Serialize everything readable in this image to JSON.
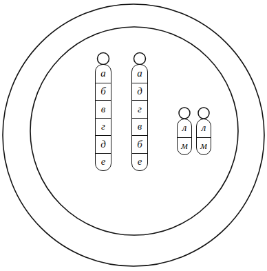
{
  "diagram": {
    "nodes": [
      {
        "text": [
          "а",
          "б",
          "в",
          "г",
          "д",
          "е"
        ]
      },
      {
        "text": [
          "а",
          "д",
          "г",
          "в",
          "б",
          "е"
        ]
      },
      {
        "text": [
          "л",
          "м"
        ]
      },
      {
        "text": [
          "л",
          "м"
        ]
      }
    ]
  }
}
